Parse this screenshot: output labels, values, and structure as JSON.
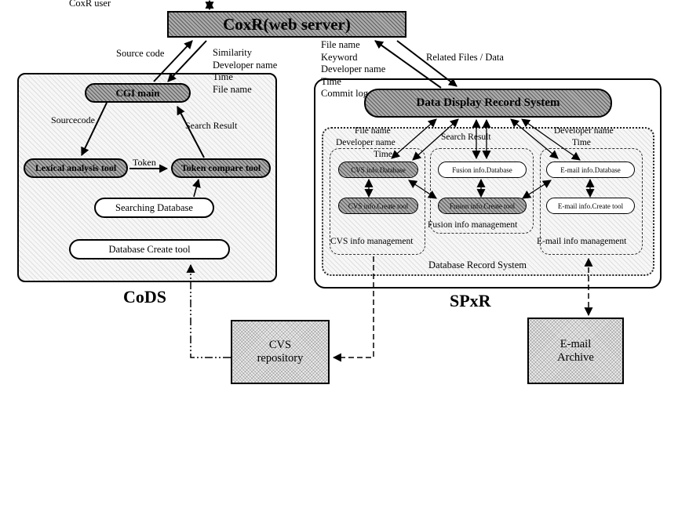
{
  "top": {
    "user": "CoxR user",
    "server": "CoxR(web server)",
    "source_code": "Source code",
    "left_down": [
      "Similarity",
      "Developer name",
      "Time",
      "File name"
    ],
    "right_up": [
      "File name",
      "Keyword",
      "Developer name",
      "Time",
      "Commit log"
    ],
    "related": "Related Files / Data"
  },
  "cods": {
    "caption": "CoDS",
    "cgi_main": "CGI main",
    "sourcecode": "Sourcecode",
    "search_result": "Search Result",
    "lexical": "Lexical analysis tool",
    "token": "Token",
    "token_compare": "Token compare tool",
    "searching_db": "Searching Database",
    "db_create": "Database Create tool"
  },
  "spxr": {
    "caption": "SPxR",
    "data_display": "Data Display Record System",
    "left_inputs": [
      "File name",
      "Developer name",
      "Time"
    ],
    "search_result": "Search Result",
    "right_inputs": [
      "Developer name",
      "Time"
    ],
    "dbrs": "Database Record System",
    "groups": {
      "cvs": {
        "caption": "CVS info management",
        "db": "CVS info.Database",
        "create": "CVS info.Create tool"
      },
      "fusion": {
        "caption": "Fusion info management",
        "db": "Fusion info.Database",
        "create": "Fusion info.Create tool"
      },
      "email": {
        "caption": "E-mail info management",
        "db": "E-mail info.Database",
        "create": "E-mail info.Create tool"
      }
    }
  },
  "external": {
    "cvs_repo": {
      "line1": "CVS",
      "line2": "repository"
    },
    "email_archive": {
      "line1": "E-mail",
      "line2": "Archive"
    }
  }
}
